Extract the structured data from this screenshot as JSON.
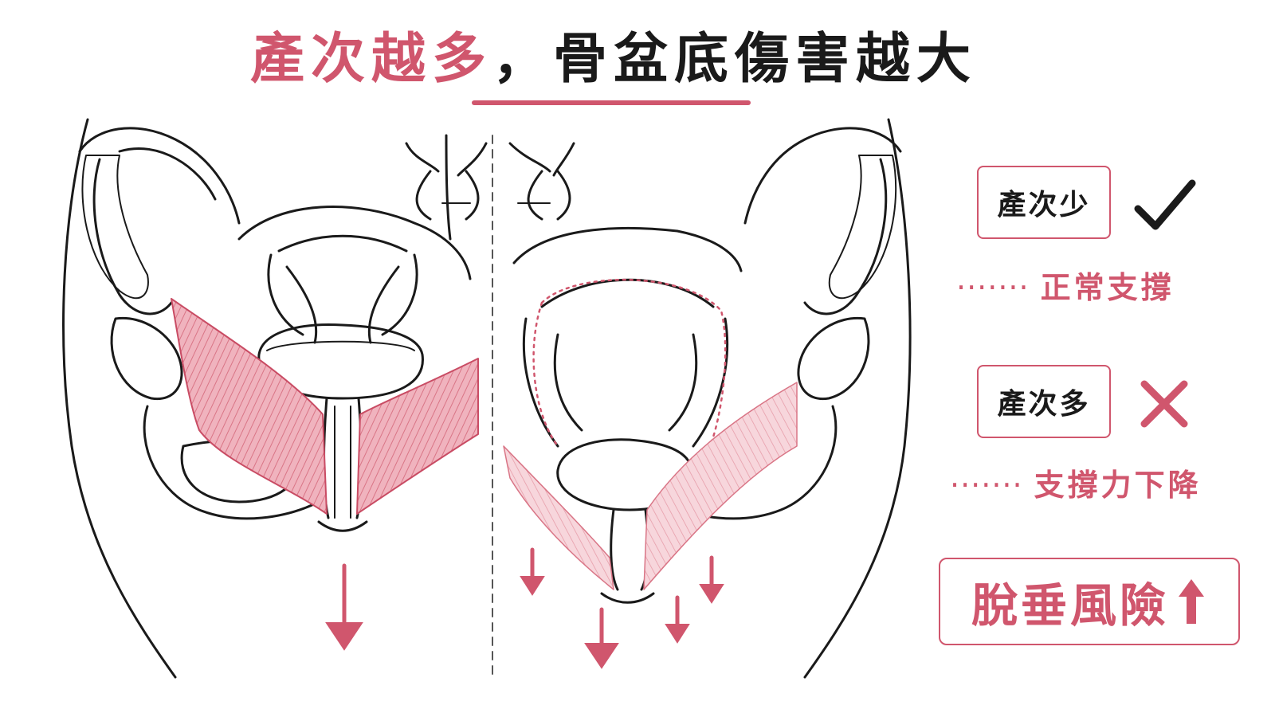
{
  "title": {
    "accent_part": "產次越多",
    "rest_part": "，骨盆底傷害越大"
  },
  "legend": {
    "few": {
      "label": "產次少",
      "note": "正常支撐",
      "mark": "check-icon"
    },
    "many": {
      "label": "產次多",
      "note": "支撐力下降",
      "mark": "cross-icon"
    },
    "dots": "·······"
  },
  "risk": {
    "label": "脫垂風險",
    "icon": "up-arrow-icon"
  },
  "colors": {
    "accent": "#d0566d",
    "muscle": "#e08a98",
    "muscle_light": "#f3c2cb",
    "line": "#1a1a1a"
  }
}
